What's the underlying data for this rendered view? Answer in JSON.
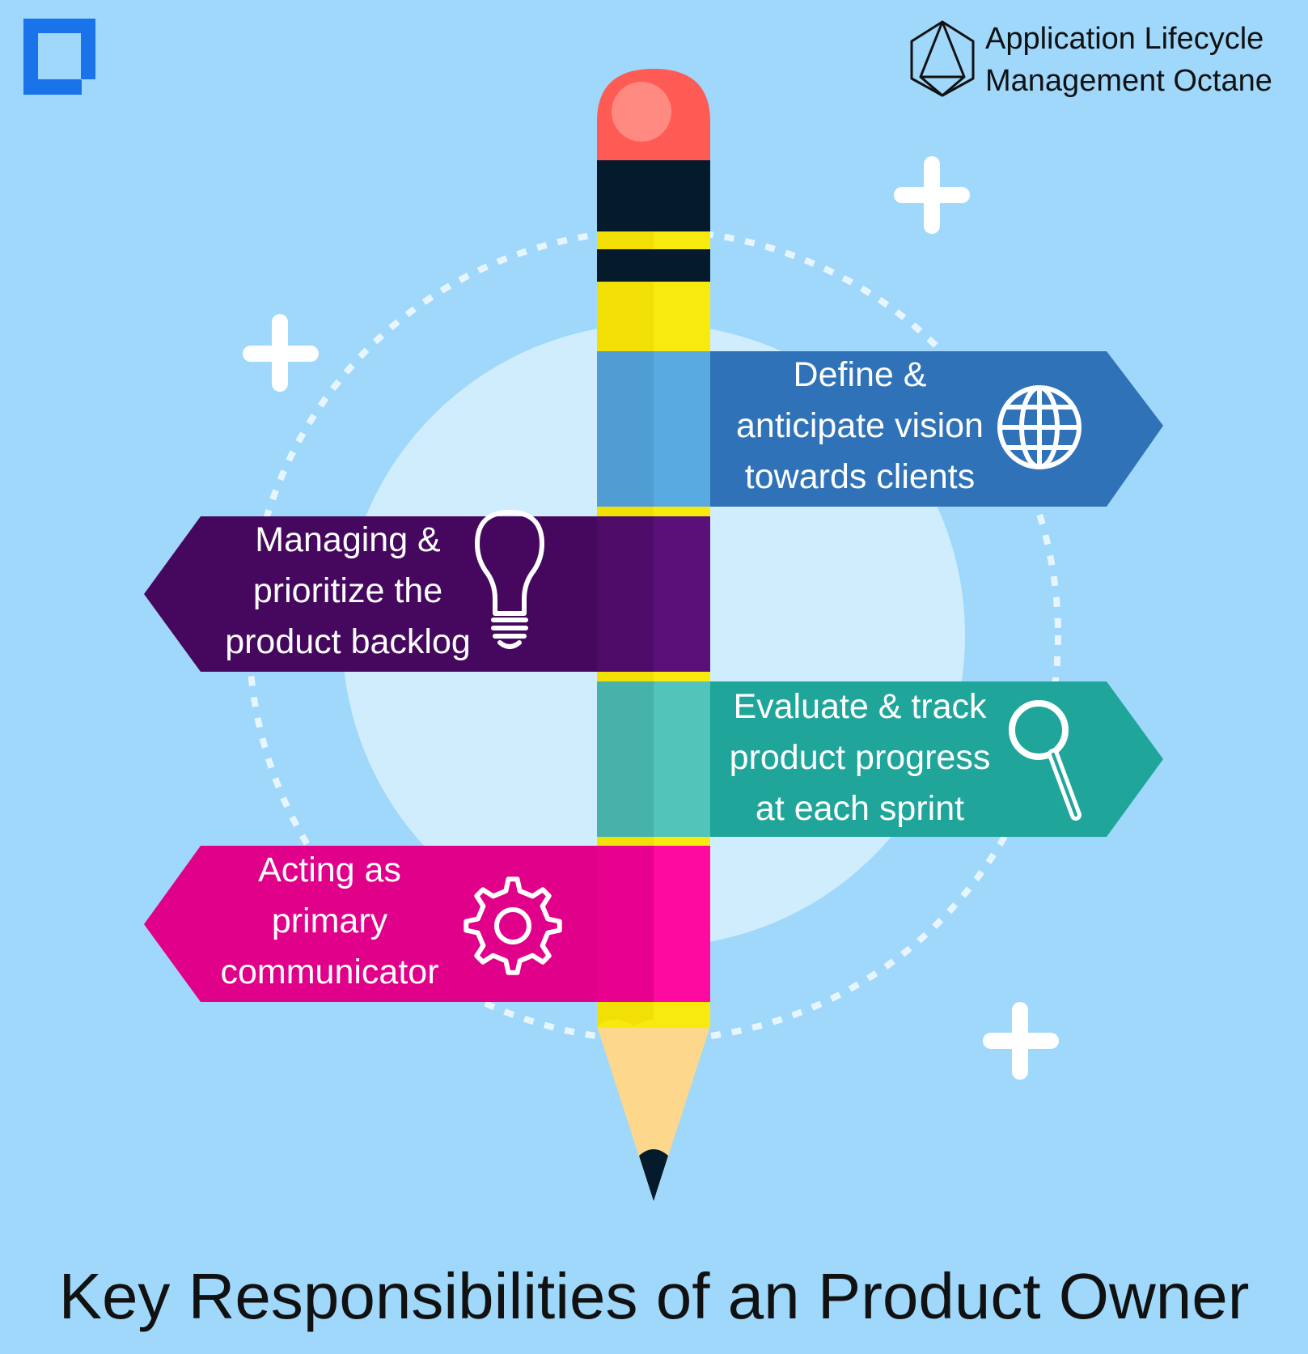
{
  "brand": {
    "lines": [
      "Application Lifecycle",
      "Management Octane"
    ]
  },
  "title": "Key Responsibilities of an Product Owner",
  "responsibilities": [
    {
      "lines": [
        "Define &",
        "anticipate vision",
        "towards clients"
      ],
      "icon": "globe-icon",
      "color": "#2f72b8",
      "side": "right"
    },
    {
      "lines": [
        "Managing &",
        "prioritize the",
        "product backlog"
      ],
      "icon": "lightbulb-icon",
      "color": "#45085e",
      "side": "left"
    },
    {
      "lines": [
        "Evaluate & track",
        "product progress",
        "at each sprint"
      ],
      "icon": "magnifier-icon",
      "color": "#20a59b",
      "side": "right"
    },
    {
      "lines": [
        "Acting as",
        "primary",
        "communicator"
      ],
      "icon": "gear-icon",
      "color": "#e0008a",
      "side": "left"
    }
  ],
  "colors": {
    "background": "#9fd8fb",
    "inner_circle": "#d0edfd",
    "pencil_yellow": "#f8e60a",
    "pencil_band": "#051a2b",
    "eraser": "#ff5b55",
    "wood": "#fdd78c"
  }
}
